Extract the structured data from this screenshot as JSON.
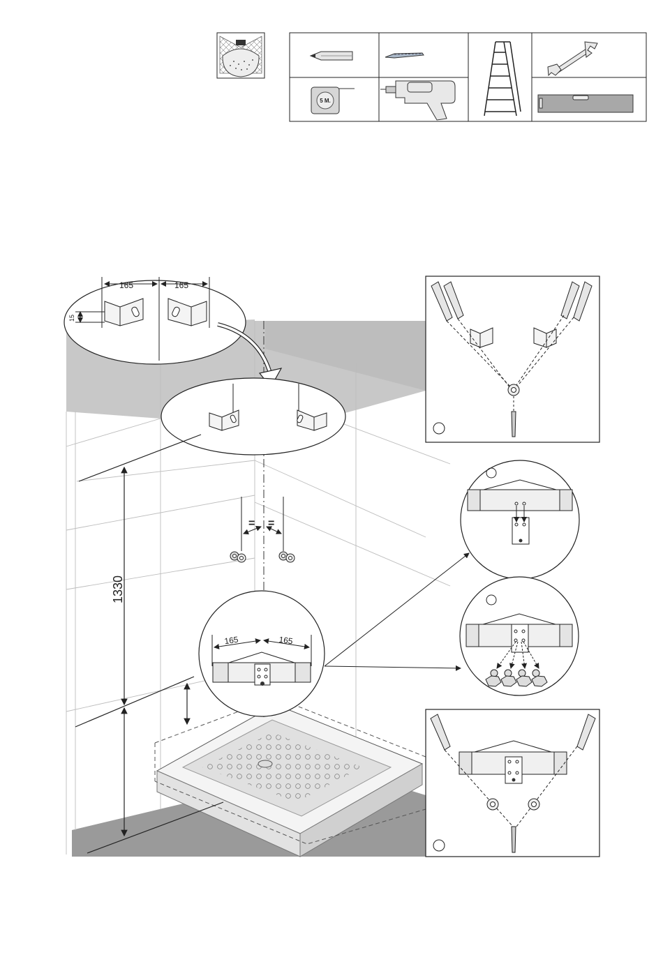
{
  "tape_measure_label": "5 M.",
  "dimensions": {
    "bracket_spacing_left": "165",
    "bracket_spacing_right": "165",
    "bracket_offset": "15",
    "mount_height": "1330",
    "lower_spacing_left": "165",
    "lower_spacing_right": "165",
    "equal_left": "=",
    "equal_right": "="
  },
  "colors": {
    "line": "#222222",
    "wall_shade": "#c8c8c8",
    "floor_shade": "#9a9a9a",
    "tool_grey": "#d9d9d9",
    "guide_line": "#bdbdbd"
  },
  "icons": [
    "shower-area-icon",
    "pencil-icon",
    "drill-bit-icon",
    "ladder-icon",
    "wrench-icon",
    "tape-measure-icon",
    "electric-drill-icon",
    "spirit-level-icon"
  ]
}
